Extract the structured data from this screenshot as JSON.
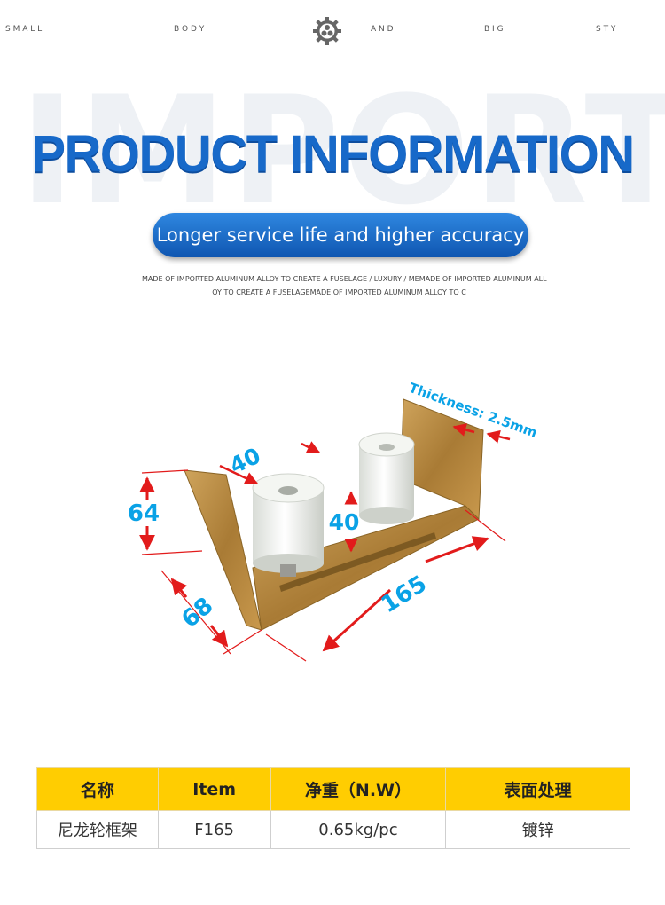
{
  "header": {
    "tag_left_1": "S M A L L",
    "tag_left_2": "B O D Y",
    "tag_right_1": "A N D",
    "tag_right_2": "B I G",
    "tag_right_3": "S T Y"
  },
  "watermark": "IMPORT",
  "title": "PRODUCT INFORMATION",
  "pill_text": "Longer service life and higher accuracy",
  "description": {
    "line1": "MADE OF IMPORTED ALUMINUM ALLOY TO CREATE A FUSELAGE / LUXURY / MEMADE OF IMPORTED ALUMINUM ALL",
    "line2": "OY TO CREATE A FUSELAGEMADE OF IMPORTED ALUMINUM ALLOY TO C"
  },
  "dimensions": {
    "height": "64",
    "width": "68",
    "length": "165",
    "wheel_diameter": "40",
    "wheel_height": "40",
    "thickness": "Thickness: 2.5mm"
  },
  "colors": {
    "accent_blue": "#1769c9",
    "dim_blue": "#0aa2e6",
    "arrow_red": "#e21b1b",
    "header_yellow": "#ffcd01",
    "metal": "#b88a42"
  },
  "spec_table": {
    "headers": [
      "名称",
      "Item",
      "净重（N.W）",
      "表面处理"
    ],
    "rows": [
      [
        "尼龙轮框架",
        "F165",
        "0.65kg/pc",
        "镀锌"
      ]
    ]
  }
}
